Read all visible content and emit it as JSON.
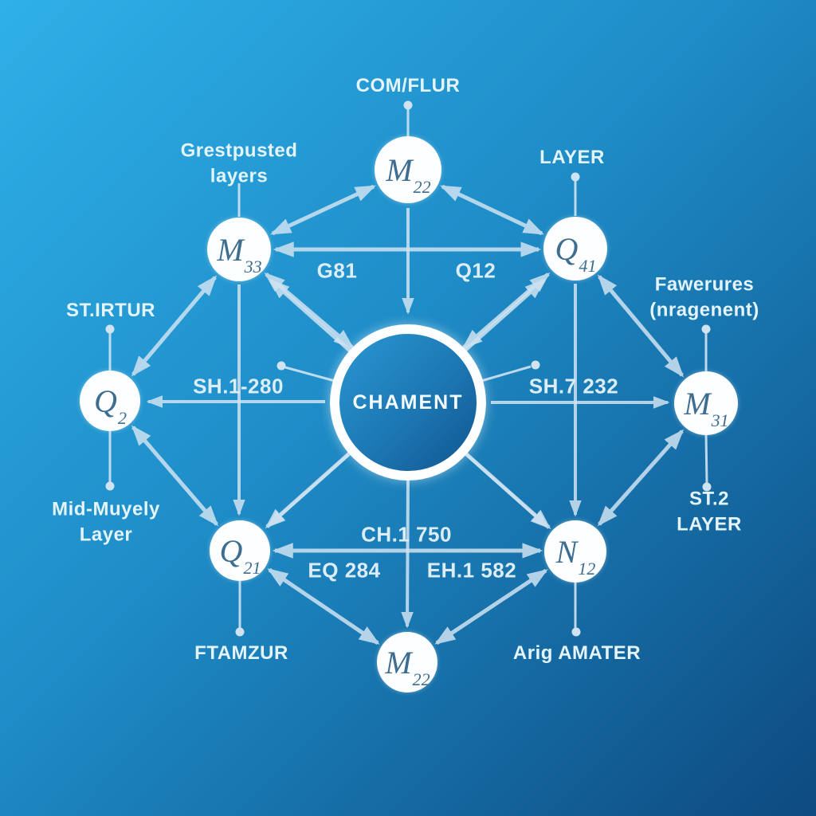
{
  "diagram": {
    "type": "network-diagram",
    "background": {
      "gradient_start": "#2fb0e8",
      "gradient_end": "#0d4a80"
    },
    "colors": {
      "edge": "#cfe3f2",
      "node_fill": "#fdfeff",
      "node_text": "#3d6d90",
      "label_text": "#e4f4fc",
      "center_fill_start": "#2a97d2",
      "center_fill_end": "#11558f",
      "center_ring": "#fcfeff"
    }
  },
  "center_node": {
    "label": "CHAMENT"
  },
  "nodes": [
    {
      "id": "top",
      "letter": "M",
      "sub": "22"
    },
    {
      "id": "upper-left",
      "letter": "M",
      "sub": "33"
    },
    {
      "id": "upper-right",
      "letter": "Q",
      "sub": "41"
    },
    {
      "id": "left",
      "letter": "Q",
      "sub": "2"
    },
    {
      "id": "right",
      "letter": "M",
      "sub": "31"
    },
    {
      "id": "lower-left",
      "letter": "Q",
      "sub": "21"
    },
    {
      "id": "lower-right",
      "letter": "N",
      "sub": "12"
    },
    {
      "id": "bottom",
      "letter": "M",
      "sub": "22"
    }
  ],
  "captions": [
    {
      "for": "top",
      "text": "COM/FLUR"
    },
    {
      "for": "upper-left",
      "text": "Grestpusted\nlayers"
    },
    {
      "for": "upper-right",
      "text": "LAYER"
    },
    {
      "for": "left",
      "text": "ST.IRTUR"
    },
    {
      "for": "right",
      "text": "Fawerures\n(nragenent)"
    },
    {
      "for": "lower-left",
      "text": "Mid-Muyely\nLayer"
    },
    {
      "for": "right-bottom",
      "text": "ST.2 LAYER"
    },
    {
      "for": "lower-left-bottom",
      "text": "FTAMZUR"
    },
    {
      "for": "lower-right-bottom",
      "text": "Arig AMATER"
    }
  ],
  "edge_labels": [
    {
      "text": "G81"
    },
    {
      "text": "Q12"
    },
    {
      "text": "SH.1-280"
    },
    {
      "text": "SH.7 232"
    },
    {
      "text": "CH.1 750"
    },
    {
      "text": "EQ 284"
    },
    {
      "text": "EH.1 582"
    }
  ],
  "connections": [
    {
      "a": "top",
      "b": "upper-left",
      "arrows": "both"
    },
    {
      "a": "top",
      "b": "upper-right",
      "arrows": "both"
    },
    {
      "a": "upper-left",
      "b": "upper-right",
      "arrows": "both"
    },
    {
      "a": "upper-left",
      "b": "center",
      "arrows": "both"
    },
    {
      "a": "upper-right",
      "b": "center",
      "arrows": "both"
    },
    {
      "a": "top",
      "b": "center",
      "arrows": "to-center"
    },
    {
      "a": "left",
      "b": "upper-left",
      "arrows": "both"
    },
    {
      "a": "right",
      "b": "upper-right",
      "arrows": "both"
    },
    {
      "a": "center",
      "b": "left",
      "arrows": "to-left"
    },
    {
      "a": "center",
      "b": "right",
      "arrows": "to-right"
    },
    {
      "a": "center",
      "b": "bottom",
      "arrows": "to-bottom"
    },
    {
      "a": "upper-left",
      "b": "lower-left",
      "arrows": "down"
    },
    {
      "a": "upper-right",
      "b": "lower-right",
      "arrows": "down"
    },
    {
      "a": "upper-left",
      "b": "lower-right",
      "arrows": "both"
    },
    {
      "a": "upper-right",
      "b": "lower-left",
      "arrows": "both"
    },
    {
      "a": "left",
      "b": "lower-left",
      "arrows": "both"
    },
    {
      "a": "right",
      "b": "lower-right",
      "arrows": "both"
    },
    {
      "a": "lower-left",
      "b": "lower-right",
      "arrows": "both"
    },
    {
      "a": "lower-left",
      "b": "bottom",
      "arrows": "both"
    },
    {
      "a": "lower-right",
      "b": "bottom",
      "arrows": "both"
    },
    {
      "a": "center",
      "b": "lower-left",
      "arrows": "to-lower-left"
    },
    {
      "a": "center",
      "b": "lower-right",
      "arrows": "to-lower-right"
    }
  ]
}
